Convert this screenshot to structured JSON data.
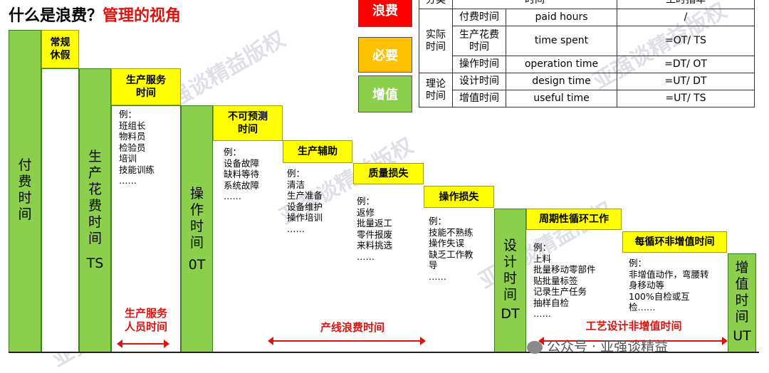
{
  "title": {
    "part1": "什么是浪费？",
    "part2": "管理的视角"
  },
  "bars": {
    "paid": "付费时间",
    "ts": [
      "生产花费时间",
      "TS"
    ],
    "ot": [
      "操作时间",
      "0T"
    ],
    "dt": [
      "设计时间",
      "DT"
    ],
    "ut": [
      "增值时间",
      "UT"
    ]
  },
  "boxes": {
    "holiday": "常规休假",
    "service": "生产服务时间",
    "unforeseen": "不可预测时间",
    "aux": "生产辅助",
    "quality": "质量损失",
    "operation": "操作损失",
    "cycle": "周期性循环工作",
    "nonvalue": "每循环非增值时间"
  },
  "examples": {
    "service": "例：\n班组长\n物料员\n检验员\n培训\n技能训练\n……",
    "unforeseen": "例：\n设备故障\n缺料等待\n系统故障\n……",
    "aux": "例：\n清洁\n生产准备\n设备维护\n操作培训\n……",
    "quality": "例：\n返修\n批量返工\n零件报废\n来料挑选\n……",
    "operation": "例：\n技能不熟练\n操作失误\n缺乏工作教\n导\n……",
    "cycle": "例：\n上料\n批量移动零部件\n贴批量标签\n记录生产任务\n抽样自检\n……",
    "nonvalue": "例：\n非增值动作，弯腰转\n身移动等\n100%自检或互\n检……"
  },
  "labels": {
    "service_staff": "生产服务\n人员时间",
    "line_waste": "产线浪费时间",
    "process_design": "工艺设计非增值时间"
  },
  "legend": {
    "waste": "浪费",
    "necessary": "必要",
    "value": "增值"
  },
  "legend_colors": {
    "waste": "#ff0000",
    "necessary": "#ffc000",
    "value": "#8ccf4d"
  },
  "table": {
    "header": [
      "分类",
      "时间",
      "",
      "工时指年"
    ],
    "group_actual": "实际\n时间",
    "group_theory": "理论\n时间",
    "rows": [
      [
        "付费时间",
        "paid hours",
        "/"
      ],
      [
        "生产花费\n时间",
        "time spent",
        "=OT/ TS"
      ],
      [
        "操作时间",
        "operation time",
        "=DT/ OT"
      ],
      [
        "设计时间",
        "design time",
        "=UT/ DT"
      ],
      [
        "增值时间",
        "useful time",
        "=UT/ TS"
      ]
    ]
  },
  "watermark": "亚强谈精益版权",
  "footer": "公众号 · 亚强谈精益"
}
